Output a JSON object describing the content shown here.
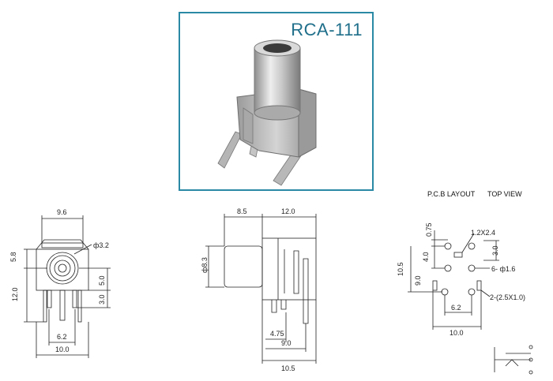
{
  "product": {
    "model": "RCA-111"
  },
  "front_view": {
    "width_top": "9.6",
    "hole_dia": "ф3.2",
    "left_5_8": "5.8",
    "right_5_0": "5.0",
    "right_3_0": "3.0",
    "height_12_0": "12.0",
    "pin_6_2": "6.2",
    "width_bottom": "10.0"
  },
  "side_view": {
    "top_8_5": "8.5",
    "top_12_0": "12.0",
    "dia_8_3": "ф8.3",
    "dim_4_75": "4.75",
    "dim_9_0": "9.0",
    "dim_10_5": "10.5"
  },
  "pcb_layout": {
    "title": "P.C.B LAYOUT",
    "subtitle": "TOP VIEW",
    "dim_0_75": "0.75",
    "slot_label": "1.2X2.4",
    "dim_3_0": "3.0",
    "dim_4_0": "4.0",
    "dim_9_0": "9.0",
    "dim_10_5": "10.5",
    "holes_label": "6- ф1.6",
    "slots_label": "2-(2.5X1.0)",
    "dim_6_2": "6.2",
    "dim_10_0": "10.0"
  }
}
